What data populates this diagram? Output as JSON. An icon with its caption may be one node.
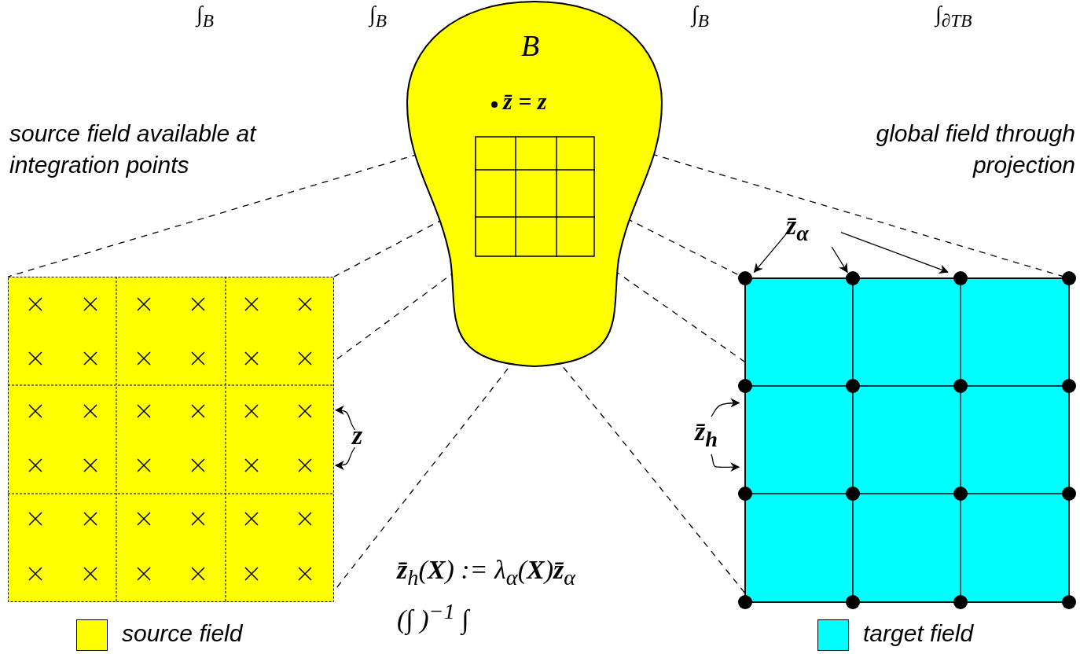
{
  "diagram": {
    "nodes": [
      {
        "text": [
          "B",
          "z̄ = z"
        ]
      },
      {
        "text": [],
        "shape": "box",
        "in": 0
      },
      {
        "text": [],
        "shape": "box"
      },
      {
        "text": [],
        "shape": "box"
      },
      {
        "text": [
          "z"
        ]
      },
      {
        "text": [
          "z̄$_{α}$"
        ]
      },
      {
        "text": [
          "z̄$_{h}$"
        ]
      }
    ],
    "edges": [
      {
        "from": 1,
        "to": 2,
        "arrow": "none",
        "style": "dashed"
      },
      {
        "from": 1,
        "to": 2,
        "arrow": "none",
        "style": "dashed"
      },
      {
        "from": 1,
        "to": 2,
        "arrow": "none",
        "style": "dashed"
      },
      {
        "from": 1,
        "to": 2,
        "arrow": "none",
        "style": "dashed"
      },
      {
        "from": 1,
        "to": 3,
        "arrow": "none",
        "style": "dashed"
      },
      {
        "from": 1,
        "to": 3,
        "arrow": "none",
        "style": "dashed"
      },
      {
        "from": 1,
        "to": 3,
        "arrow": "none",
        "style": "dashed"
      },
      {
        "from": 1,
        "to": 3,
        "arrow": "none",
        "style": "dashed"
      },
      {
        "from": 4,
        "to": 2,
        "arrow": "to"
      },
      {
        "from": 4,
        "to": 2,
        "arrow": "to"
      },
      {
        "from": 5,
        "to": 3,
        "arrow": "to"
      },
      {
        "from": 5,
        "to": 3,
        "arrow": "to"
      },
      {
        "from": 5,
        "to": 3,
        "arrow": "to"
      },
      {
        "from": 6,
        "to": 3,
        "arrow": "to"
      },
      {
        "from": 6,
        "to": 3,
        "arrow": "to"
      }
    ],
    "labels": [
      "∫$_{B}$",
      "∫$_{B}$",
      "∫$_{B}$",
      "∫$_{∂TB}$",
      "source field available at integration points",
      "global field through projection",
      "**z̄**$_{h}$(**X**) := λ$_{α}$(**X**)**z̄**$_{α}$",
      "(∫ )$^{−1}$ ∫"
    ],
    "legend": [
      {
        "text": "source field",
        "color": "#ffff00"
      },
      {
        "text": "target field",
        "color": "#00ffff"
      }
    ]
  }
}
